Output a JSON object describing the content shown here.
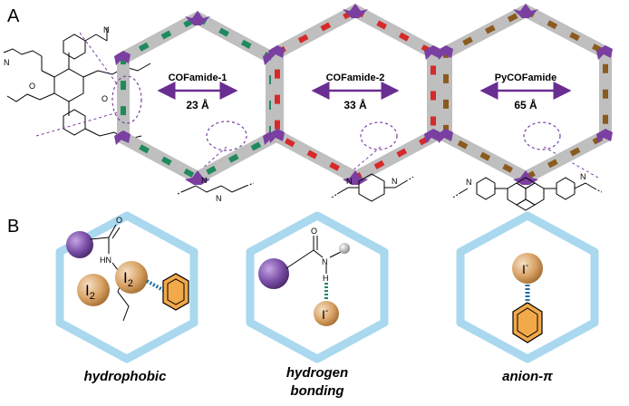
{
  "panelA": {
    "letter": "A",
    "cofs": [
      {
        "name": "COFamide-1",
        "pore": "23 Å",
        "linker_color": "#1f8a5c"
      },
      {
        "name": "COFamide-2",
        "pore": "33 Å",
        "linker_color": "#d62a2a"
      },
      {
        "name": "PyCOFamide",
        "pore": "65 Å",
        "linker_color": "#8b5a1e"
      }
    ],
    "node_color": "#7a3fa0",
    "atom_labels": {
      "nitrogen": "N",
      "oxygen": "O"
    }
  },
  "panelB": {
    "letter": "B",
    "mechanisms": [
      {
        "label": "hydrophobic",
        "guest": "I",
        "guest_sub": "2"
      },
      {
        "label_line1": "hydrogen",
        "label_line2": "bonding",
        "guest": "I",
        "guest_sup": "-"
      },
      {
        "label": "anion-π",
        "guest": "I",
        "guest_sup": "-"
      }
    ],
    "atom_labels": {
      "oxygen": "O",
      "nh": "N",
      "h": "H",
      "hn": "HN"
    },
    "hexagon_color": "#a9d8ef",
    "sphere_color": "#7b4fa8",
    "guest_color": "#d9a265",
    "arene_color": "#f2a94a"
  }
}
